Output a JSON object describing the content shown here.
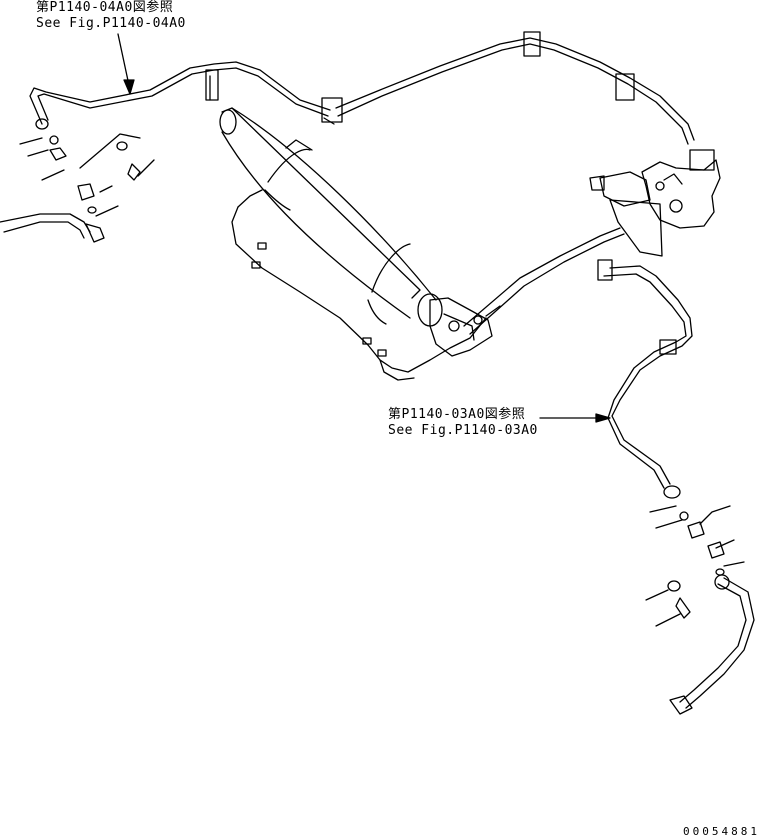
{
  "references": {
    "top": {
      "jp": "第P1140-04A0図参照",
      "en": "See Fig.P1140-04A0"
    },
    "middle": {
      "jp": "第P1140-03A0図参照",
      "en": "See Fig.P1140-03A0"
    }
  },
  "drawing_number": "00054881",
  "colors": {
    "line": "#000000",
    "background": "#ffffff"
  }
}
